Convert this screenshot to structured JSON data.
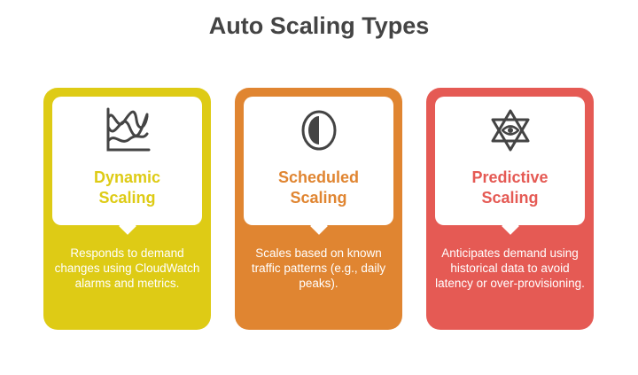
{
  "title": "Auto Scaling Types",
  "cards": [
    {
      "label_line1": "Dynamic",
      "label_line2": "Scaling",
      "description": "Responds to demand changes using CloudWatch alarms and metrics.",
      "icon": "line-chart-icon",
      "color": "#DECB15"
    },
    {
      "label_line1": "Scheduled",
      "label_line2": "Scaling",
      "description": "Scales based on known traffic patterns (e.g., daily peaks).",
      "icon": "half-circle-icon",
      "color": "#E08531"
    },
    {
      "label_line1": "Predictive",
      "label_line2": "Scaling",
      "description": "Anticipates demand using historical data to avoid latency or over-provisioning.",
      "icon": "star-eye-icon",
      "color": "#E55A54"
    }
  ]
}
